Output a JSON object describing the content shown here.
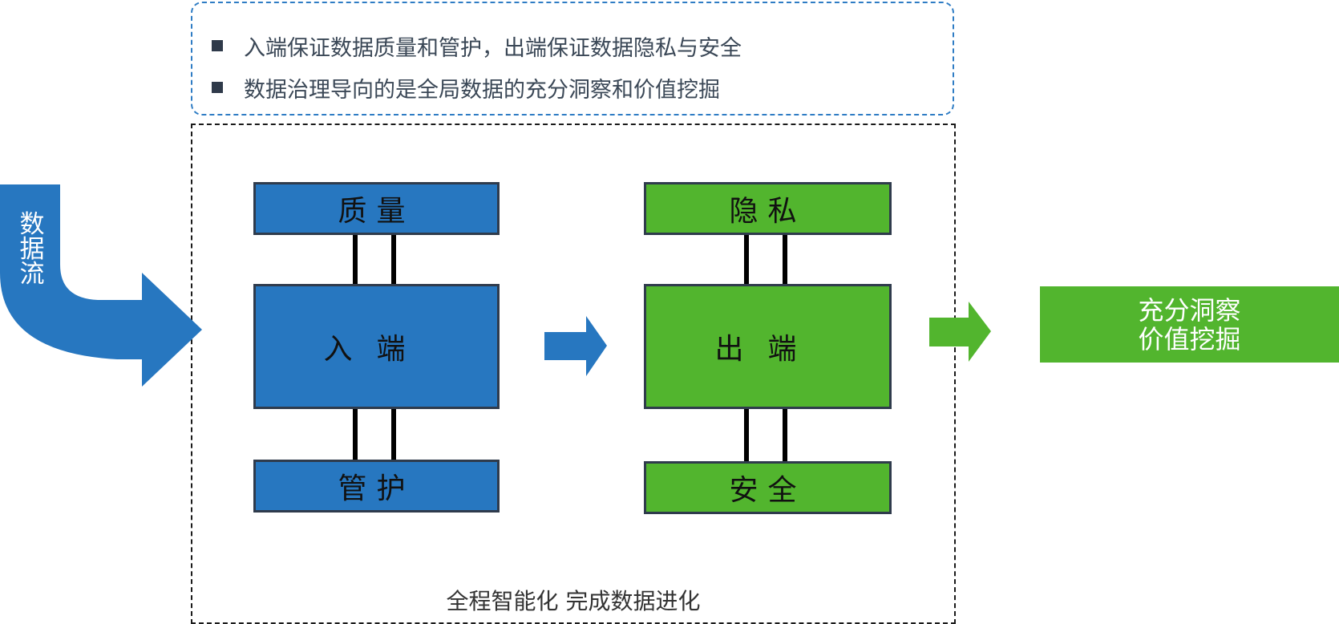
{
  "info": {
    "bullets": [
      "入端保证数据质量和管护，出端保证数据隐私与安全",
      "数据治理导向的是全局数据的充分洞察和价值挖掘"
    ]
  },
  "input": {
    "chars": [
      "数",
      "据",
      "流"
    ]
  },
  "inbound": {
    "top": "质量",
    "center": "入端",
    "bottom": "管护"
  },
  "outbound": {
    "top": "隐私",
    "center": "出端",
    "bottom": "安全"
  },
  "result": {
    "line1": "充分洞察",
    "line2": "价值挖掘"
  },
  "footer": "全程智能化  完成数据进化",
  "colors": {
    "blue": "#2777c0",
    "green": "#52b52e",
    "info_border": "#2e7cc4"
  }
}
